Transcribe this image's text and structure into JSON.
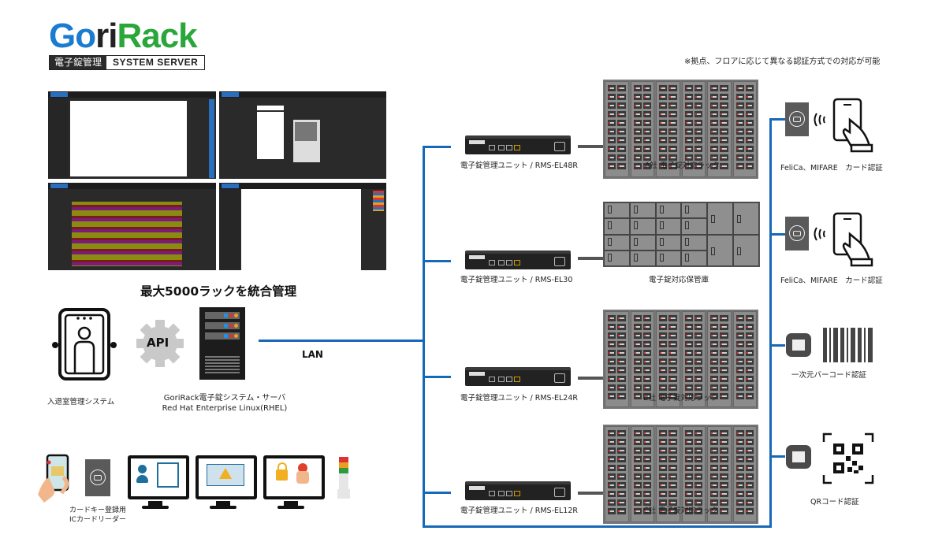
{
  "logo": {
    "word_go": "Go",
    "word_ri": "ri",
    "word_rack": "Rack",
    "sub_jp": "電子錠管理",
    "sub_en": "SYSTEM SERVER"
  },
  "note": "※拠点、フロアに応じて異なる認証方式での対応が可能",
  "headline": "最大5000ラックを統合管理",
  "left_system": {
    "entry_system_label": "入退室管理システム",
    "api_label": "API",
    "server_label_line1": "GoriRack電子錠システム・サーバ",
    "server_label_line2": "Red Hat Enterprise Linux(RHEL)",
    "lan_label": "LAN"
  },
  "bottom_devices": {
    "card_reader_line1": "カードキー登録用",
    "card_reader_line2": "ICカードリーダー"
  },
  "units": [
    {
      "label": "電子錠管理ユニット / RMS-EL48R",
      "target": "A社 電子錠対応ラック",
      "type": "rack"
    },
    {
      "label": "電子錠管理ユニット / RMS-EL30",
      "target": "電子錠対応保管庫",
      "type": "locker"
    },
    {
      "label": "電子錠管理ユニット / RMS-EL24R",
      "target": "B社 電子錠対応ラック",
      "type": "rack"
    },
    {
      "label": "電子錠管理ユニット / RMS-EL12R",
      "target": "C社 電子錠対応ラック",
      "type": "rack"
    }
  ],
  "auth_methods": [
    {
      "label": "FeliCa、MIFARE　カード認証",
      "icon": "card-tap-icon"
    },
    {
      "label": "FeliCa、MIFARE　カード認証",
      "icon": "card-tap-icon"
    },
    {
      "label": "一次元バーコード認証",
      "icon": "barcode-icon"
    },
    {
      "label": "QRコード認証",
      "icon": "qr-code-icon"
    }
  ],
  "colors": {
    "lan_line": "#1668b8",
    "logo_blue": "#1a7bd1",
    "logo_green": "#2aa63a"
  }
}
